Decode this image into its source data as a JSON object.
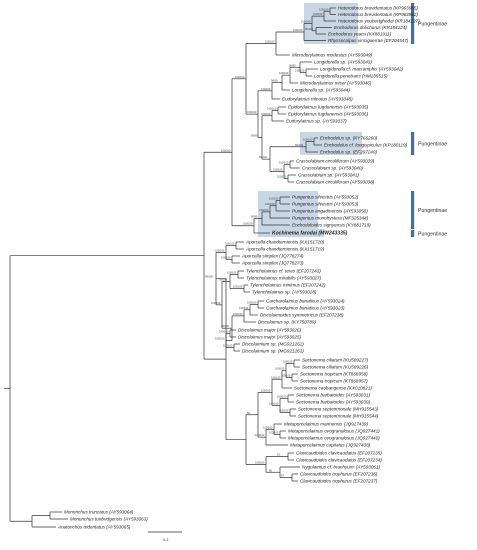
{
  "colors": {
    "highlight_fill": "#c9d6e3",
    "bracket": "#4a6f99",
    "branch": "#333333",
    "text": "#222222"
  },
  "group_labels": [
    {
      "text": "Pungentinae"
    },
    {
      "text": "Pungentinae"
    },
    {
      "text": "Pungentinae"
    },
    {
      "text": "Pungentinae"
    }
  ],
  "scale_label": "0.1",
  "taxa": [
    "Heterodorus brevidentatus (KP963965)",
    "Heterodorus brevidentatus (KP963962)",
    "Heterodorus youbertghedei (KR184127)",
    "Enchodorus dolichurus (KR184124)",
    "Enchodorus yeatsi (KX881911)",
    "Rhyssocolpus vinciguerrae (EF204547)",
    "Microdorylaimus modestus (AY593049)",
    "Longidorella sp. (AY593043)",
    "Longidorella cf. macramphis (AY593042)",
    "Longidorella penetrans (HM235515)",
    "Microdorylaimus miser (AY593046)",
    "Longidorella sp. (AY593044)",
    "Eudorylaimus minutus (AY593048)",
    "Epidorylaimus lugdunensis (AY593035)",
    "Epidorylaimus lugdunensis (AY593036)",
    "Eudorylaimus sp. (AY593037)",
    "Enchodelus sp. (KY766260)",
    "Enchodelus cf. longispiculus (KP180119)",
    "Enchodelus sp. (EF207240)",
    "Crassolabium circuliferum (AY593039)",
    "Crassolabium sp. (AY593040)",
    "Crassolabium sp. (AY593041)",
    "Crassolabium circuliferum (AY593038)",
    "Pungentus silvestris (AY593052)",
    "Pungentus silvestris (AY593053)",
    "Pungentus engadinensis (AY593050)",
    "Pungentus monohystera (MF325344)",
    "Enchodeloides signyensis (KY881719)",
    "Kochinema farodai (MW243335)",
    "Aporcella chandierniensis (KX151720)",
    "Aporcella chandierniensis (KX151719)",
    "Aporcella simplex (JQ778274)",
    "Aporcella simplex (JQ778273)",
    "Tylencholaimus cf. teres (EF207243)",
    "Tylencholaimus mirabilis (AY593027)",
    "Tylencholaimus minimus (EF207242)",
    "Tylencholaimus sp. (AY593028)",
    "Carcharolaimus banaticus (AY593024)",
    "Carcharolaimus banaticus (AY593023)",
    "Discolaimoides symmetricus (EF207238)",
    "Discolaimus sp. (KY750789)",
    "Discolaimus major (AY593026)",
    "Discolaimus major (AY593025)",
    "Discolaimium sp. (MG921262)",
    "Discolaimium sp. (MG921263)",
    "Sectonema ciliatum (KU589227)",
    "Sectonema ciliatum (KU589226)",
    "Sectonema tropicum (KT868958)",
    "Sectonema tropicum (KT868957)",
    "Sectonema caobangense (KX010821)",
    "Sectonema barbatoides (AY593031)",
    "Sectonema barbatoides (AY593030)",
    "Sectonema septentrionale (MH915543)",
    "Sectonema septentrionale (MH915544)",
    "Metaporcelaimus marinensis (JQ927439)",
    "Metaporcelaimus ovogranulosus (JQ927441)",
    "Metaporcelaimus ovogranulosus (JQ927440)",
    "Metaporcelaimus capitatus (JQ927438)",
    "Clavicaudoides clavicaudatus (EF207235)",
    "Clavicaudoides clavicaudatus (EF207234)",
    "Nygolaimus cf. brachyuris (AY593061)",
    "Clavicaudoides trophurus (EF207236)",
    "Clavicaudoides trophurus (EF207237)",
    "Mononchus truncatus (AY593064)",
    "Mononchus tunbridgensis (AY593063)",
    "Anatonchus tridentatus (AY593065)"
  ],
  "support_values": [
    "100/100",
    "100/100",
    "96/100",
    "100/100",
    "100/100",
    "100/100",
    "100/100",
    "96/99",
    "100/100",
    "96/99",
    "100/100",
    "100/100",
    "100/100",
    "100/100",
    "99/100",
    "100/100",
    "100/100",
    "100/100",
    "99/100",
    "96/90",
    "100/100",
    "100/100",
    "100/100",
    "100/100",
    "100/100",
    "96/99",
    "100/100",
    "100/100",
    "100/100",
    "100/100",
    "100/100",
    "100/100",
    "100/100",
    "99/100",
    "100/100",
    "100/100",
    "100/100",
    "100/100",
    "100/100",
    "100/100",
    "99/100",
    "100/100",
    "99/100",
    "100/100",
    "100/100",
    "100/100",
    "100/100",
    "100/100",
    "100/100",
    "100/100",
    "100/100",
    "100/100",
    "100/100",
    "100/100",
    "80",
    "91",
    "87",
    "86",
    "100/100"
  ]
}
